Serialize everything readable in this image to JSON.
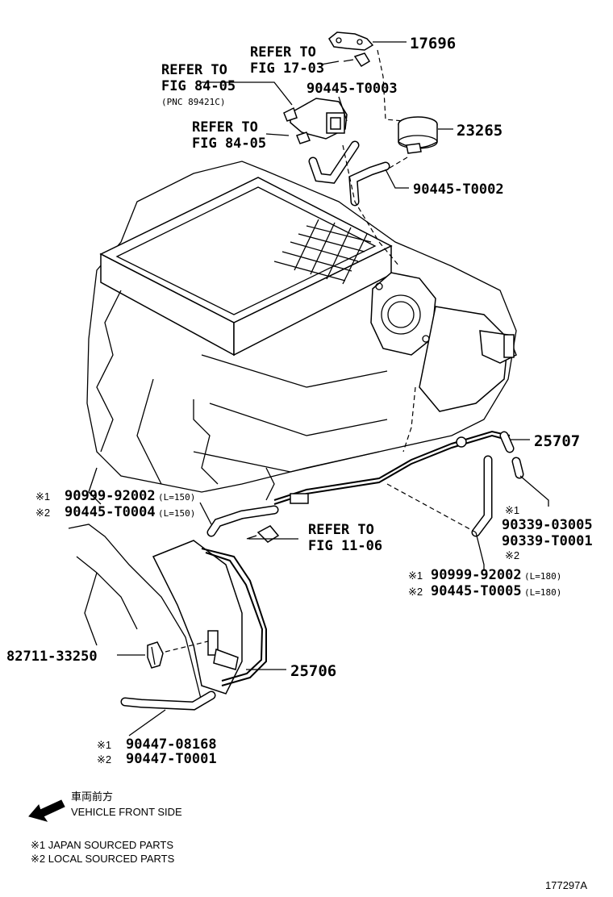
{
  "parts": {
    "p17696": "17696",
    "p23265": "23265",
    "p90445_T0003": "90445-T0003",
    "p90445_T0002": "90445-T0002",
    "p25707": "25707",
    "p25706": "25706",
    "p82711_33250": "82711-33250"
  },
  "refs": {
    "ref_17_03": {
      "line1": "REFER TO",
      "line2": "FIG 17-03"
    },
    "ref_84_05_a": {
      "line1": "REFER TO",
      "line2": "FIG 84-05",
      "pnc": "(PNC 89421C)"
    },
    "ref_84_05_b": {
      "line1": "REFER TO",
      "line2": "FIG 84-05"
    },
    "ref_11_06": {
      "line1": "REFER TO",
      "line2": "FIG 11-06"
    }
  },
  "hose_left": {
    "m1": "※1",
    "pn1": "90999-92002",
    "len1": "(L=150)",
    "m2": "※2",
    "pn2": "90445-T0004",
    "len2": "(L=150)"
  },
  "clip_right": {
    "m1": "※1",
    "pn1": "90339-03005",
    "pn2": "90339-T0001",
    "m2": "※2"
  },
  "hose_right": {
    "m1": "※1",
    "pn1": "90999-92002",
    "len1": "(L=180)",
    "m2": "※2",
    "pn2": "90445-T0005",
    "len2": "(L=180)"
  },
  "hose_bottom": {
    "m1": "※1",
    "pn1": "90447-08168",
    "m2": "※2",
    "pn2": "90447-T0001"
  },
  "legend": {
    "front_jp": "車両前方",
    "front_en": "VEHICLE FRONT SIDE",
    "note1": "※1 JAPAN SOURCED PARTS",
    "note2": "※2 LOCAL SOURCED PARTS"
  },
  "figure_id": "177297A"
}
